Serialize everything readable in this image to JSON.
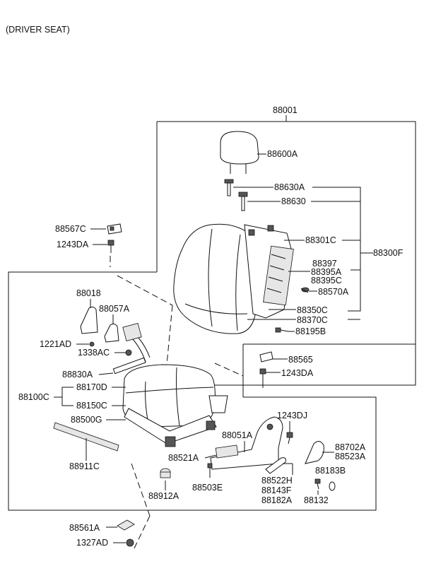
{
  "header": {
    "title": "(DRIVER SEAT)"
  },
  "parts": {
    "assembly": "88001",
    "headrest": "88600A",
    "headrest_guide_a": "88630A",
    "headrest_guide": "88630",
    "back_frame": "88301C",
    "back_assembly": "88300F",
    "lumbar_1": "88397",
    "lumbar_2": "88395A",
    "lumbar_3": "88395C",
    "back_clip": "88570A",
    "back_cover": "88350C",
    "back_pad": "88370C",
    "back_bolt": "88195B",
    "cover_clip": "88567C",
    "cover_bolt": "1243DA",
    "buckle_cover": "88018",
    "buckle_cover_b": "88057A",
    "buckle_screw": "1221AD",
    "buckle_nut": "1338AC",
    "buckle_assy": "88830A",
    "cushion_assembly": "88100C",
    "cushion_cover": "88170D",
    "cushion_pad": "88150C",
    "cushion_frame": "88500G",
    "trim_strip": "88911C",
    "mount_clip": "88565",
    "mount_bolt": "1243DA",
    "shield_bolt": "1243DJ",
    "shield": "88051A",
    "knob_1": "88702A",
    "knob_2": "88523A",
    "switch": "88521A",
    "lever_1": "88522H",
    "lever_2": "88143F",
    "lever_3": "88182A",
    "lever_cap": "88183B",
    "lever_screw": "88132",
    "shield_screw": "88503E",
    "cap": "88912A",
    "rail_cover": "88561A",
    "rail_nut": "1327AD"
  }
}
